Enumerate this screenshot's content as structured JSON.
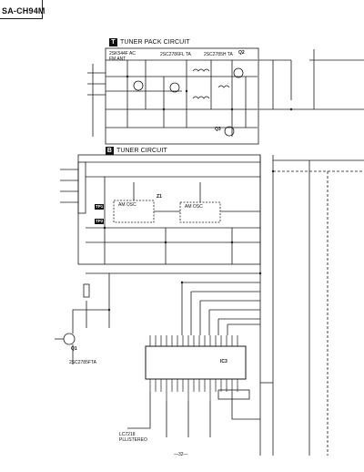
{
  "header": {
    "model": "SA-CH94M"
  },
  "sections": {
    "tuner_pack": {
      "letter": "T",
      "title": "TUNER PACK CIRCUIT"
    },
    "tuner": {
      "letter": "B",
      "title": "TUNER CIRCUIT"
    }
  },
  "components": {
    "q_fm_ant": "2SK544F AC",
    "q_fm_ant_sub": "FM ANT",
    "q_rf": "2SC2786FL TA",
    "q_osc": "2SC2785H TA",
    "q_osc_ref": "Q2",
    "q_buffer_ref": "Q3",
    "if_ref": "Z1",
    "if_left": "AM OSC",
    "if_right": "AM OSC",
    "tp1": "TP1",
    "tp2": "TP2",
    "q_mute_ref": "Q1",
    "q_mute_part": "2SC2785FTA",
    "ic_ref": "IC3",
    "ic_part": "LC7218",
    "ic_sub": "PLL/STEREO"
  },
  "footer": {
    "page_number": "—32—"
  }
}
